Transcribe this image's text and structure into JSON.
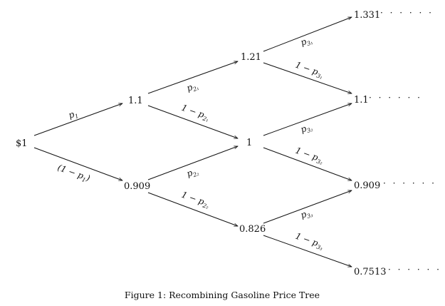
{
  "nodes": {
    "root": "$1",
    "n1_up": "1.1",
    "n1_down": "0.909",
    "n2_up": "1.21",
    "n2_mid": "1",
    "n2_down": "0.826",
    "n3_0": "1.331",
    "n3_1": "1.1",
    "n3_2": "0.909",
    "n3_3": "0.7513"
  },
  "dots": "· · · · · ·",
  "edges": {
    "e0_up": {
      "pre": "p",
      "sub": "1",
      "post": ""
    },
    "e0_down": {
      "pre": "(1 − p",
      "sub": "1",
      "post": ")"
    },
    "e1a_up": {
      "pre": "p",
      "sub": "2₁",
      "post": ""
    },
    "e1a_down": {
      "pre": "1 − p",
      "sub": "2₁",
      "post": ""
    },
    "e1b_up": {
      "pre": "p",
      "sub": "2₂",
      "post": ""
    },
    "e1b_down": {
      "pre": "1 − p",
      "sub": "2₂",
      "post": ""
    },
    "e2a_up": {
      "pre": "p",
      "sub": "3₁",
      "post": ""
    },
    "e2a_down": {
      "pre": "1 − p",
      "sub": "3₁",
      "post": ""
    },
    "e2b_up": {
      "pre": "p",
      "sub": "3₂",
      "post": ""
    },
    "e2b_down": {
      "pre": "1 − p",
      "sub": "3₂",
      "post": ""
    },
    "e2c_up": {
      "pre": "p",
      "sub": "3₃",
      "post": ""
    },
    "e2c_down": {
      "pre": "1 − p",
      "sub": "3₃",
      "post": ""
    }
  },
  "caption": "Figure 1: Recombining Gasoline Price Tree"
}
